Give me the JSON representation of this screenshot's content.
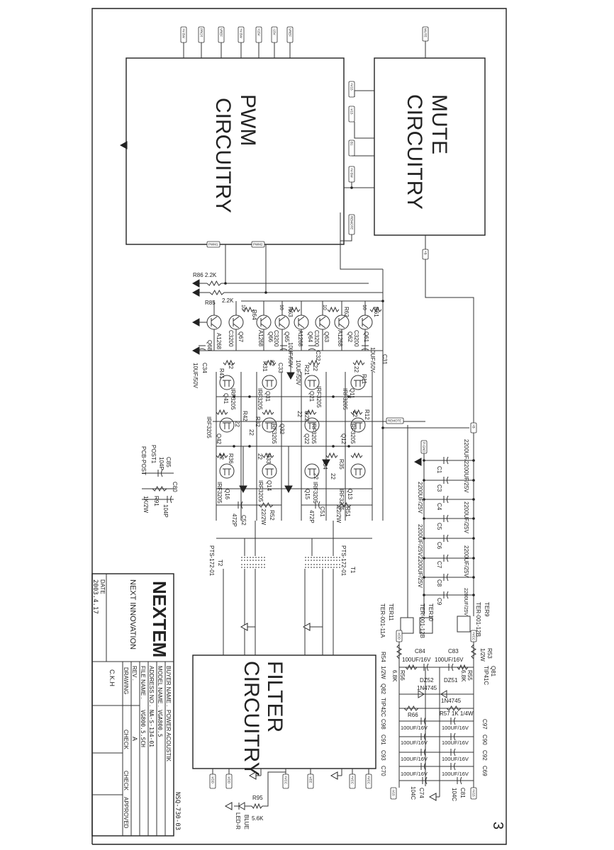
{
  "title_block": {
    "company": "NEXTEM",
    "tagline": "NEXT INNOVATION",
    "date_label": "DATE",
    "date": "2003.4.17",
    "buyer_label": "BUYER NAME .",
    "buyer": "POWER ACOUSTIK",
    "model_label": "MODEL NAME .",
    "model": "VGA800.5",
    "address_label": "ADDRESS NO .",
    "address": "NA-S-134-01",
    "file_label": "FILE NAME .",
    "file": "VG800.5.SCH",
    "rev_label": "REV .",
    "rev": "A",
    "drawing_label": "DRAWING",
    "check1_label": "CHECK",
    "check2_label": "CHECK",
    "approved_label": "APPROVED",
    "drawn_by": "C.K.H"
  },
  "drawing_number": "NSQ-730-03",
  "page_mark": "3",
  "blocks": {
    "pwm": {
      "line1": "PWM",
      "line2": "CIRCUITRY"
    },
    "mute": {
      "line1": "MUTE",
      "line2": "CIRCUITRY"
    },
    "filter": {
      "line1": "FILTER",
      "line2": "CIRCUITRY"
    }
  },
  "net_tags": {
    "pwm_top": [
      "+V-5W",
      "PROT",
      "VREF",
      "+V-5W",
      "+15V",
      "-15V",
      "VREF"
    ],
    "mute_top": "MUTE",
    "mute_left": [
      "+V15",
      "-V15",
      "B1",
      "+V-5W",
      "REMOTE"
    ],
    "pwm1": "PWM1",
    "pwm2": "PWM2",
    "remote": "REMOTE",
    "b_plus_1": "+B",
    "b_plus_2": "+B",
    "p_gnd": "P-GND",
    "vcc": "+VCC",
    "vdd": "-VDD",
    "v15_neg": "-V15",
    "v15_pos": "+V15",
    "filter_bottom": [
      "-VDD",
      "-VDD",
      "+VCC",
      "-VEE",
      "+VCC",
      "+VCC"
    ]
  },
  "components": {
    "r86": "R86 2.2K",
    "r85": "R85",
    "r85v": "2.2K",
    "r61": "R61",
    "r61v": "10",
    "r62": "R62",
    "r62v": "10",
    "r63": "R63",
    "r63v": "10",
    "r64": "R64",
    "r64v": "10",
    "q61": "Q61",
    "q61t": "C3200",
    "q62": "Q62",
    "q62t": "A1268",
    "q63": "Q63",
    "q63t": "C3200",
    "q64": "Q64",
    "q64t": "A1268",
    "q65": "Q65",
    "q65t": "C3200",
    "q66": "Q66",
    "q66t": "A1268",
    "q67": "Q67",
    "q67t": "C3200",
    "q68": "Q68",
    "q68t": "A1268",
    "c31": "C31",
    "c31v": "10UF/50V",
    "c32": "C32",
    "c32v": "10UF/50V",
    "c33": "C33",
    "c33v": "10UF/50V",
    "c34": "C34",
    "c34v": "10UF/50V",
    "r11": "R11",
    "r11v": "22",
    "r21": "R21",
    "r21v": "22",
    "r31": "R31",
    "r31v": "22",
    "r41": "R41",
    "r41v": "22",
    "q11": "Q11",
    "q11t": "IRF3205",
    "q21": "Q21",
    "q21t": "IRF3205",
    "q31": "Q31",
    "q31t": "IRF3205",
    "q41": "Q41",
    "q41t": "IRF3205",
    "q12": "Q12",
    "q12t": "IRF3205",
    "q22": "Q22",
    "q22t": "IRF3205",
    "q32": "Q32",
    "q32t": "IRF3205",
    "q42": "Q42",
    "q42t": "IRF3205",
    "r12": "R12",
    "r12v": "22",
    "r22": "R22",
    "r22v": "22",
    "r32": "R32",
    "r32v": "22",
    "r42": "R42",
    "r42v": "22",
    "r33": "R33",
    "r33v": "22",
    "r36": "R36",
    "r36v": "22",
    "r34": "R34",
    "r34v": "22",
    "r35": "R35",
    "r35v": "22",
    "q13": "Q13",
    "q13t": "IRF3205",
    "q14": "Q14",
    "q14t": "IRF3205",
    "q15": "Q15",
    "q15t": "IRF3205",
    "q16": "Q16",
    "q16t": "IRF3205",
    "c51": "C51",
    "c51v": "472P",
    "r51": "R51",
    "r51v": "22/2W",
    "c52": "C52",
    "c52v": "472P",
    "r52": "R52",
    "r52v": "22/2W",
    "t1": "T1",
    "t1t": "PTS-172-01",
    "t2": "T2",
    "t2t": "PTS-172-01",
    "c85": "C85",
    "c85v": "104P",
    "post1": "POST1",
    "post1t": "PCB-POST",
    "r91": "R91",
    "r91v": "1K/2W",
    "c80": "C80",
    "c80v": "104P",
    "c1": "C1",
    "c3": "C3",
    "c4": "C4",
    "c5": "C5",
    "c6": "C6",
    "c7": "C7",
    "c8": "C8",
    "c9": "C9",
    "bank_r1": "2200UF/2200UF/25V",
    "bank_r2": "2200UF/25V",
    "bank_r3": "2200UF/25V",
    "bank_r4": "2200UF/25V",
    "bank_l1": "2200UF/25V",
    "bank_l2": "2200UF/25V2200UF/25V",
    "ter9": "TER9",
    "ter9t": "TER-001-12B",
    "ter10": "TER10",
    "ter10t": "TER-001-12B",
    "ter11": "TER11",
    "ter11t": "TER-001-11A",
    "r54": "R54",
    "r54v": "1/2W",
    "r53": "R53",
    "r53v": "1/2W",
    "c84": "C84",
    "c84v": "100UF/16V",
    "c83": "C83",
    "c83v": "100UF/16V",
    "r56": "R56",
    "r56v": "6.8K",
    "r55": "R55",
    "r55v": "6.8K",
    "dz52": "DZ52",
    "dz52t": "1N4745",
    "dz51": "DZ51",
    "dz51t": "1N4745",
    "q82": "Q82",
    "q82t": "TIP42C",
    "q81": "Q81",
    "q81t": "TIP41C",
    "r66": "R66",
    "r57": "R57 1K 1/4W",
    "cap_l1": "100UF/16V",
    "cap_l2": "100UF/16V",
    "cap_l3": "100UF/16V",
    "cap_l4": "100UF/16V",
    "cap_r1": "100UF/16V",
    "cap_r2": "100UF/16V",
    "cap_r3": "100UF/16V",
    "cap_r4": "100UF/16V",
    "c98": "C98",
    "c91": "C91",
    "c93": "C93",
    "c70": "C70",
    "c97": "C97",
    "c90": "C90",
    "c92": "C92",
    "c69": "C69",
    "c74": "C74",
    "c74v": "104C",
    "c81": "C81",
    "c81v": "104C",
    "r95": "R95",
    "r95v": "5.6K",
    "led1": "BLUE",
    "led2": "LED-R"
  }
}
